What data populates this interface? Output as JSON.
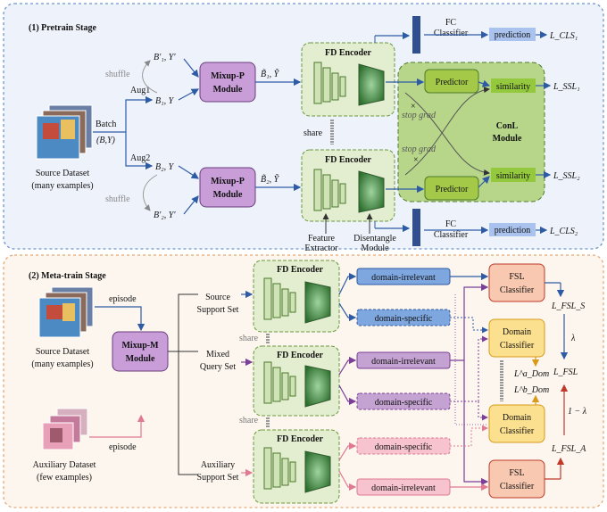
{
  "stage1": {
    "title": "(1) Pretrain Stage",
    "source": {
      "line1": "Source Dataset",
      "line2": "(many examples)"
    },
    "batch": {
      "label": "Batch",
      "pair": "(B,Y)"
    },
    "aug1": "Aug1",
    "aug2": "Aug2",
    "shuffle1": "shuffle",
    "shuffle2": "shuffle",
    "b1p": "B′₁, Y′",
    "b1": "B₁, Y",
    "b2": "B₂, Y",
    "b2p": "B′₂, Y′",
    "mixup1": {
      "line1": "Mixup-P",
      "line2": "Module"
    },
    "mixup2": {
      "line1": "Mixup-P",
      "line2": "Module"
    },
    "mixed1": "B̃₁, Ỹ",
    "mixed2": "B̃₂, Ỹ",
    "fd1": "FD Encoder",
    "fd2": "FD Encoder",
    "share": "share",
    "feature_extractor": {
      "line1": "Feature",
      "line2": "Extractor"
    },
    "disentangle": {
      "line1": "Disentangle",
      "line2": "Module"
    },
    "fc1": {
      "line1": "FC",
      "line2": "Classifier"
    },
    "fc2": {
      "line1": "FC",
      "line2": "Classifier"
    },
    "prediction1": "prediction",
    "prediction2": "prediction",
    "lcls1": "L_CLS₁",
    "lcls2": "L_CLS₂",
    "predictor1": "Predictor",
    "predictor2": "Predictor",
    "similarity1": "similarity",
    "similarity2": "similarity",
    "lssl1": "L_SSL₁",
    "lssl2": "L_SSL₂",
    "stopgrad1": "stop grad",
    "stopgrad2": "stop grad",
    "conl": {
      "line1": "ConL",
      "line2": "Module"
    }
  },
  "stage2": {
    "title": "(2) Meta-train Stage",
    "source": {
      "line1": "Source Dataset",
      "line2": "(many examples)"
    },
    "aux": {
      "line1": "Auxiliary Dataset",
      "line2": "(few examples)"
    },
    "episode1": "episode",
    "episode2": "episode",
    "mixupm": {
      "line1": "Mixup-M",
      "line2": "Module"
    },
    "sets": [
      {
        "line1": "Source",
        "line2": "Support Set"
      },
      {
        "line1": "Mixed",
        "line2": "Query Set"
      },
      {
        "line1": "Auxiliary",
        "line2": "Support Set"
      }
    ],
    "fd": [
      "FD Encoder",
      "FD Encoder",
      "FD Encoder"
    ],
    "share1": "share",
    "share2": "share",
    "features": [
      "domain-irrelevant",
      "domain-specific",
      "domain-irrelevant",
      "domain-specific",
      "domain-specific",
      "domain-irrelevant"
    ],
    "fsl_top": {
      "line1": "FSL",
      "line2": "Classifier"
    },
    "fsl_bot": {
      "line1": "FSL",
      "line2": "Classifier"
    },
    "dom_top": {
      "line1": "Domain",
      "line2": "Classifier"
    },
    "dom_bot": {
      "line1": "Domain",
      "line2": "Classifier"
    },
    "ldom_a": "L^a_Dom",
    "ldom_b": "L^b_Dom",
    "lfsls": "L_FSL_S",
    "lambda": "λ",
    "lfsl": "L_FSL",
    "one_minus_lambda": "1 − λ",
    "lfsla": "L_FSL_A"
  },
  "colors": {
    "stage1_bg": "#eef3fb",
    "stage1_border": "#6e94c9",
    "stage2_bg": "#fdf6ee",
    "stage2_border": "#e5a874",
    "mixup": "#c89dd8",
    "fd_bg": "#e3edd0",
    "conl_bg": "#b7d68a",
    "predictor": "#a4c948",
    "similarity": "#95c93d",
    "prediction": "#a9c2ee",
    "fc_bar": "#2f4f8f",
    "blue_feat": "#7ea6df",
    "purple_feat": "#c4a2d1",
    "pink_feat": "#f6c3cf",
    "classifier": "#f8c8b0",
    "domain": "#fbe08f"
  }
}
